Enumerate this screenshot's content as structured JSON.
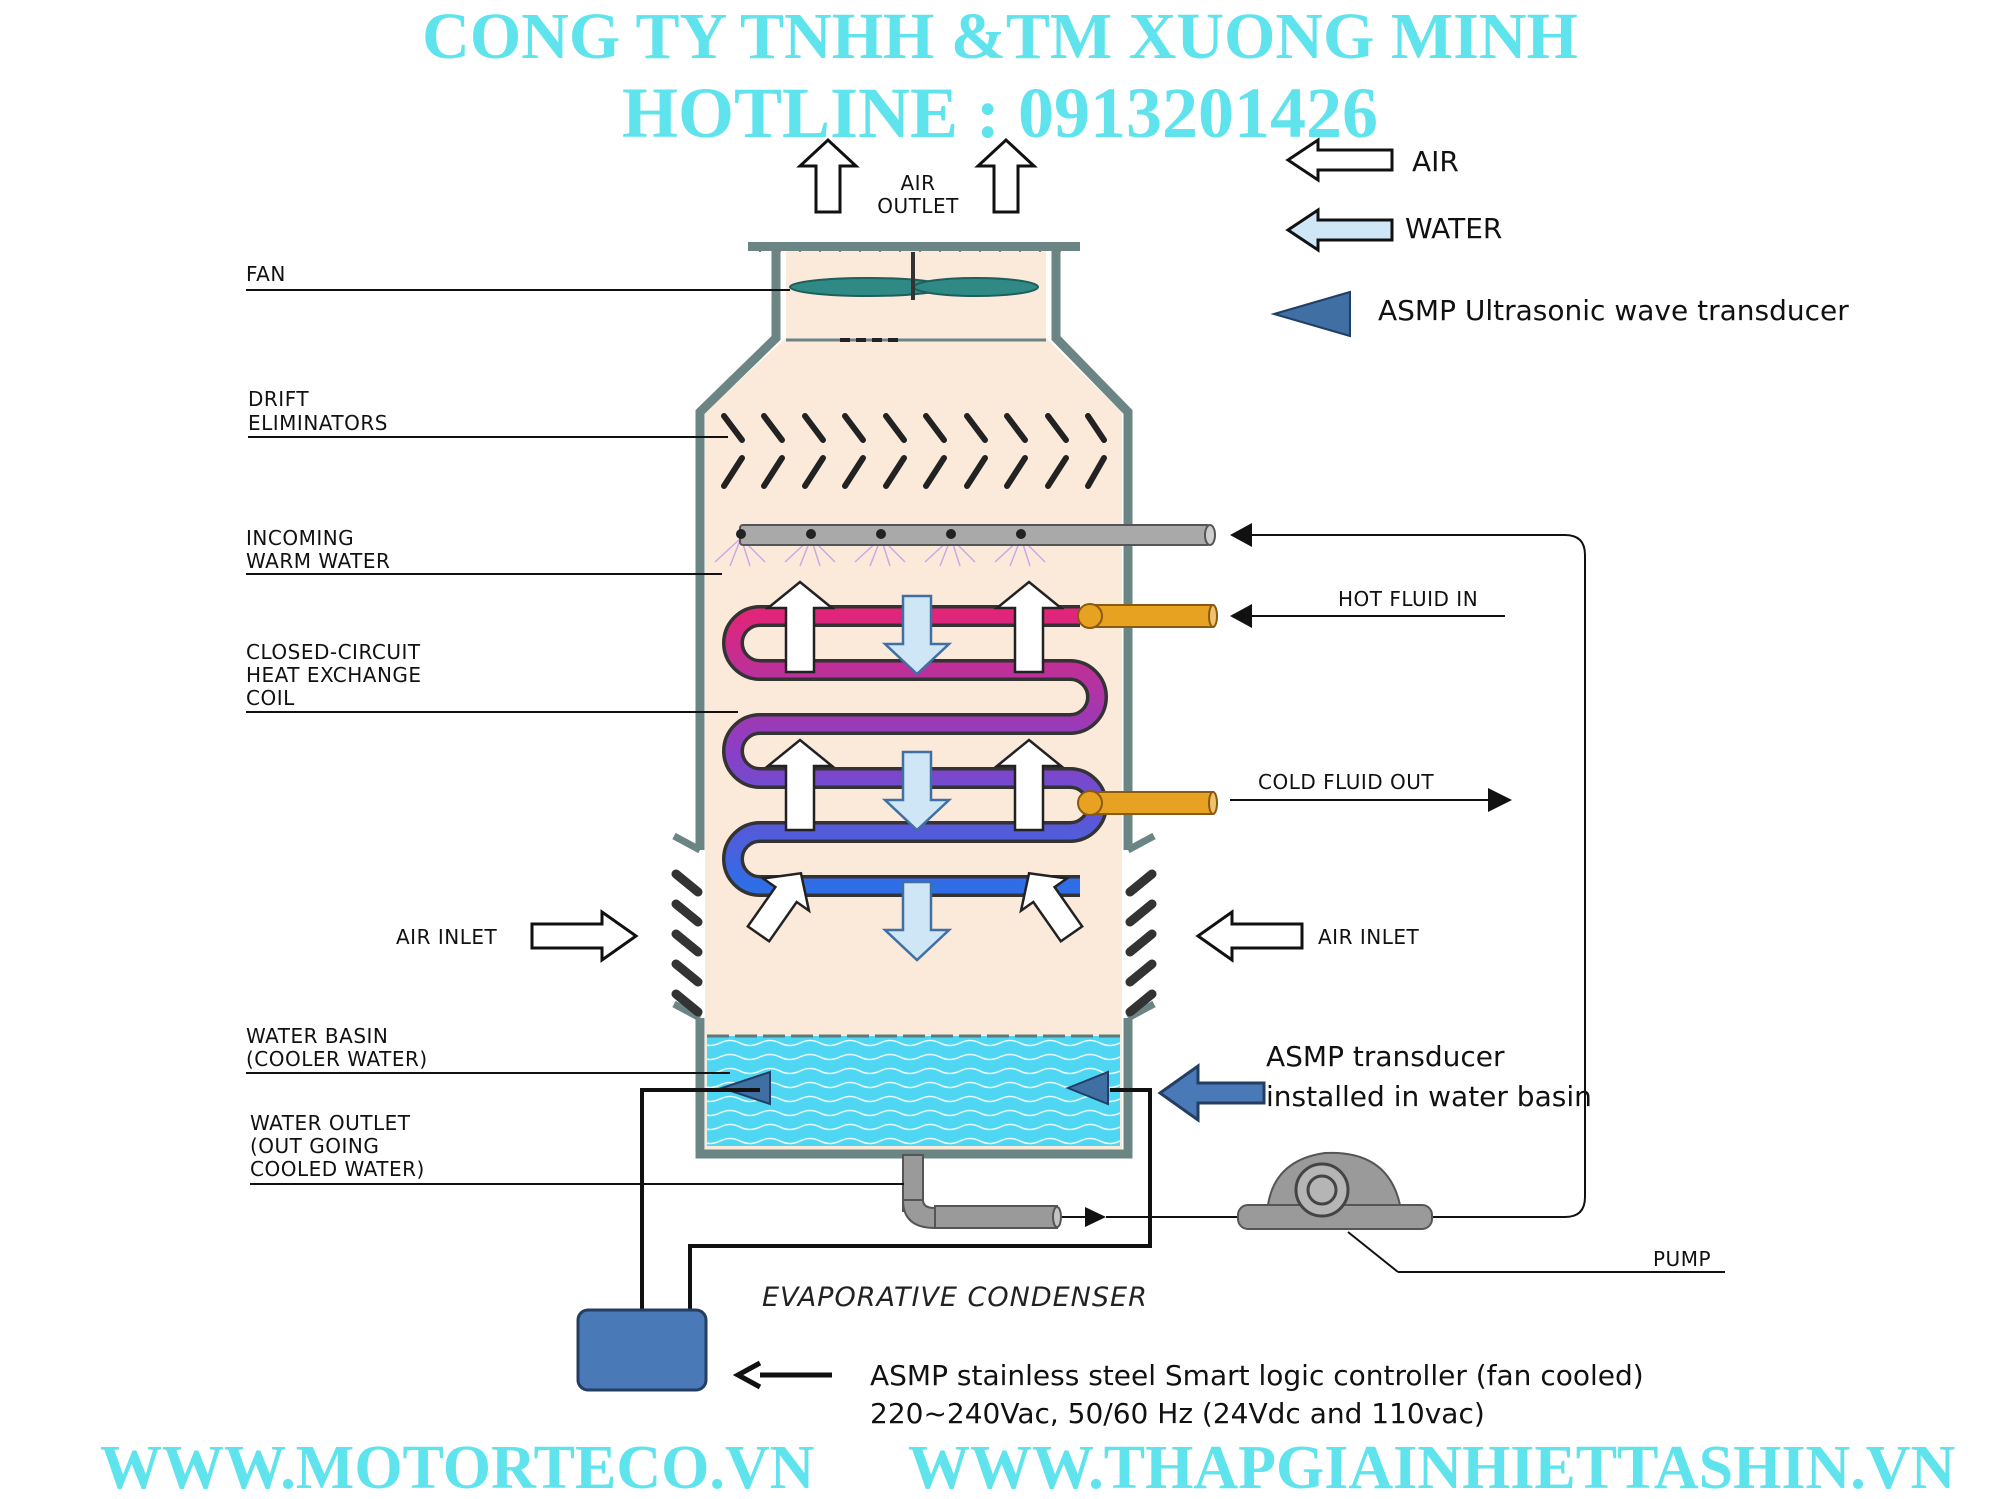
{
  "watermark": {
    "company": "CONG TY TNHH &TM XUONG MINH",
    "hotline": "HOTLINE : 0913201426",
    "site_left": "WWW.MOTORTECO.VN",
    "site_right": "WWW.THAPGIAINHIETTASHIN.VN"
  },
  "legend": {
    "air": "AIR",
    "water": "WATER",
    "transducer": "ASMP Ultrasonic wave transducer"
  },
  "labels": {
    "air_outlet_line1": "AIR",
    "air_outlet_line2": "OUTLET",
    "fan": "FAN",
    "drift_line1": "DRIFT",
    "drift_line2": "ELIMINATORS",
    "incoming_line1": "INCOMING",
    "incoming_line2": "WARM WATER",
    "coil_line1": "CLOSED-CIRCUIT",
    "coil_line2": "HEAT EXCHANGE",
    "coil_line3": "COIL",
    "air_inlet_left": "AIR INLET",
    "air_inlet_right": "AIR INLET",
    "basin_line1": "WATER BASIN",
    "basin_line2": "(COOLER WATER)",
    "outlet_line1": "WATER OUTLET",
    "outlet_line2": "(OUT GOING",
    "outlet_line3": "COOLED WATER)",
    "hot_fluid_in": "HOT FLUID IN",
    "cold_fluid_out": "COLD FLUID OUT",
    "transducer_basin_line1": "ASMP transducer",
    "transducer_basin_line2": "installed in water basin",
    "pump": "PUMP",
    "title": "EVAPORATIVE CONDENSER",
    "controller_line1": "ASMP stainless steel Smart logic controller (fan cooled)",
    "controller_line2": "220~240Vac, 50/60 Hz (24Vdc and 110vac)"
  },
  "colors": {
    "watermark": "#5fe3ec",
    "tower_fill": "#fbe9da",
    "basin_water": "#4fd6f2",
    "transducer": "#3f6fa3",
    "controller": "#4a79b8",
    "hot_pipe": "#e8a221",
    "coil_hot": "#e0257a",
    "coil_mid": "#8a3fc6",
    "coil_cold": "#2f6ee6"
  }
}
